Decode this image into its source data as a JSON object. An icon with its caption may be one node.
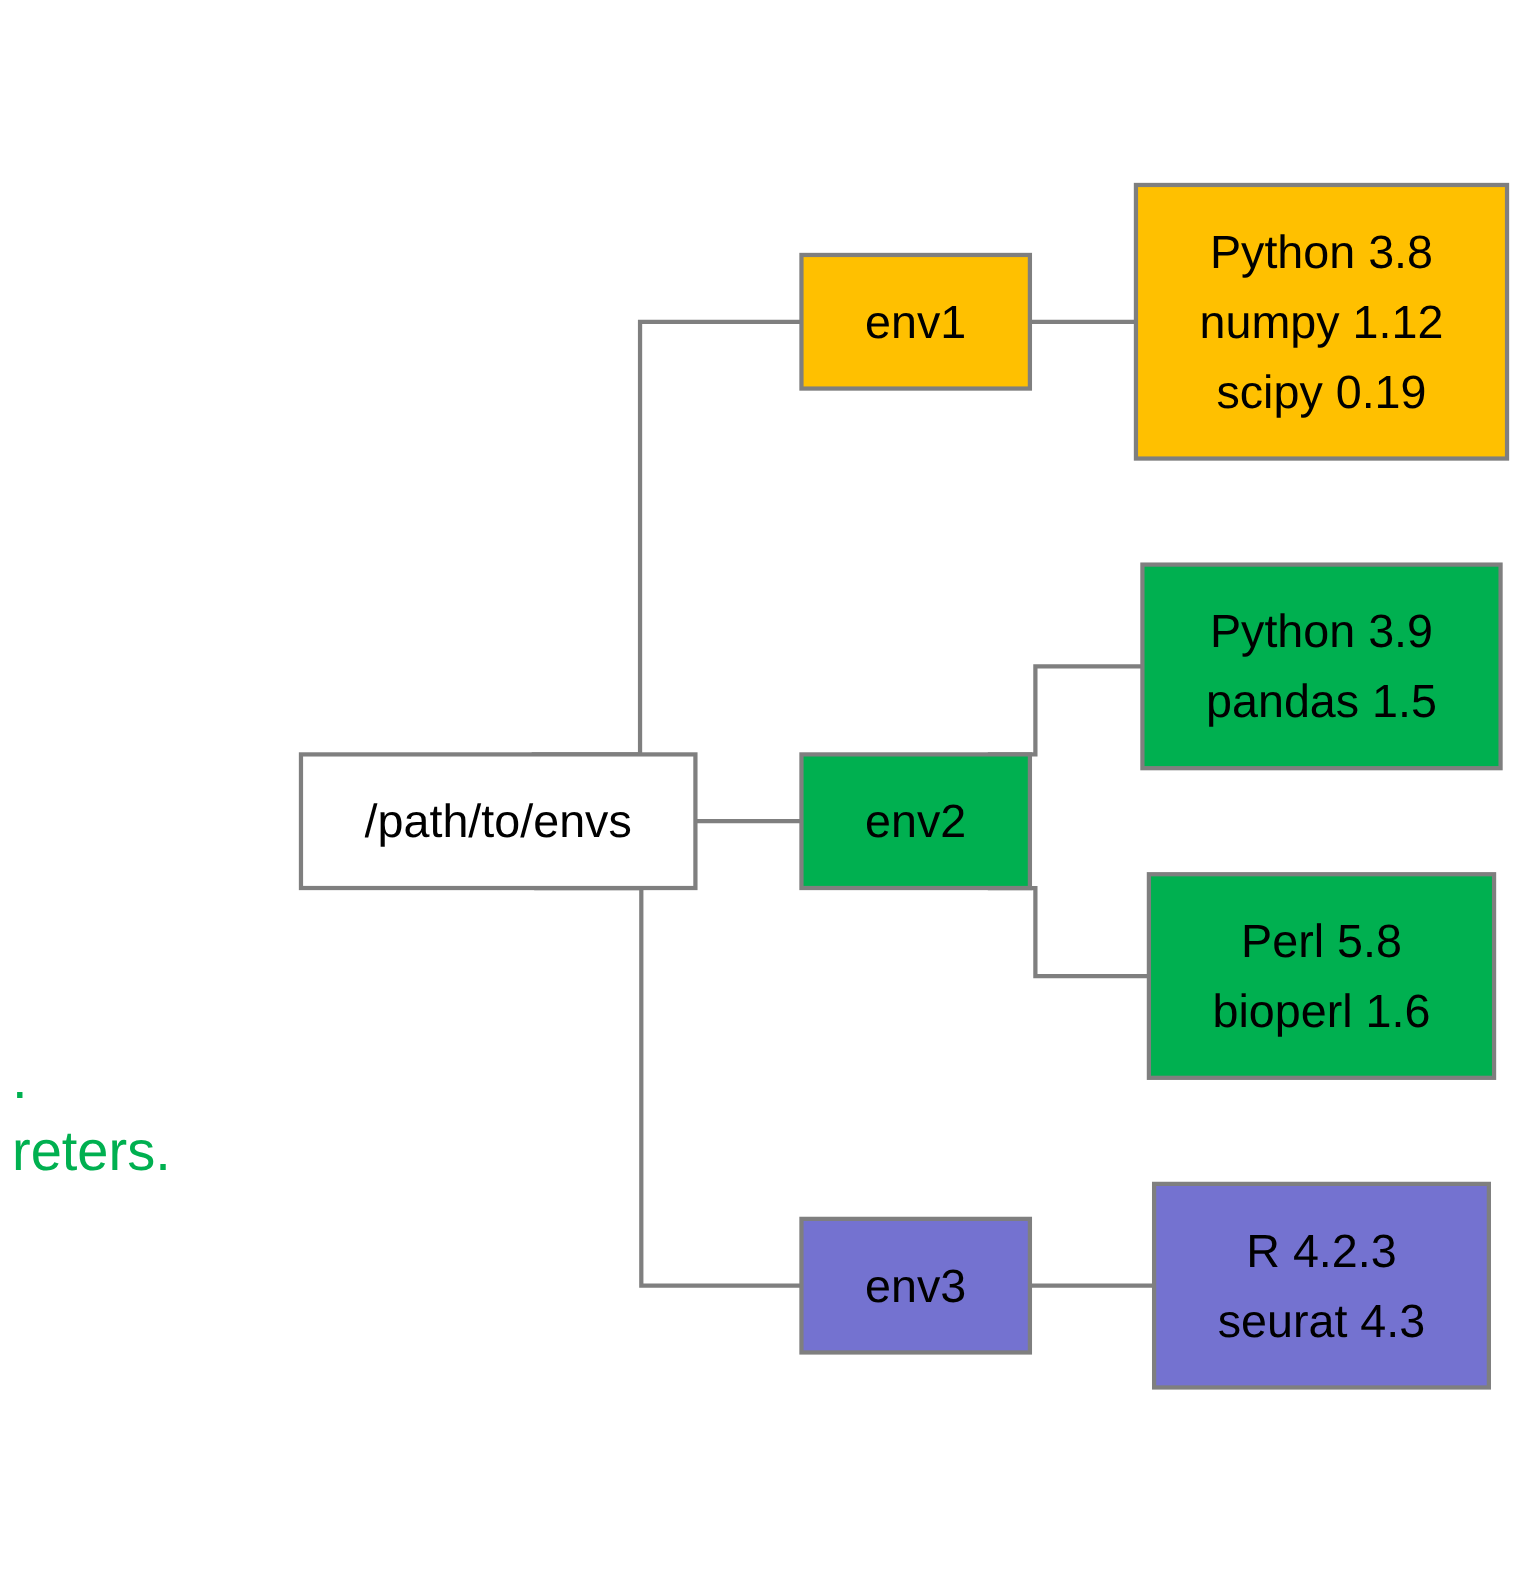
{
  "diagram": {
    "nodes": [
      {
        "text": [
          "/path/to/envs"
        ]
      },
      {
        "text": [
          "env1"
        ]
      },
      {
        "text": [
          "Python 3.8",
          "numpy 1.12",
          "scipy 0.19"
        ]
      },
      {
        "text": [
          "env2"
        ]
      },
      {
        "text": [
          "Python 3.9",
          "pandas 1.5"
        ]
      },
      {
        "text": [
          "Perl 5.8",
          "bioperl 1.6"
        ]
      },
      {
        "text": [
          "env3"
        ]
      },
      {
        "text": [
          "R 4.2.3",
          "seurat 4.3"
        ]
      }
    ],
    "edges": [
      {
        "from": 0,
        "to": 1,
        "arrow": "none"
      },
      {
        "from": 1,
        "to": 2,
        "arrow": "none"
      },
      {
        "from": 0,
        "to": 3,
        "arrow": "none"
      },
      {
        "from": 3,
        "to": 4,
        "arrow": "none"
      },
      {
        "from": 3,
        "to": 5,
        "arrow": "none"
      },
      {
        "from": 0,
        "to": 6,
        "arrow": "none"
      },
      {
        "from": 6,
        "to": 7,
        "arrow": "none"
      }
    ],
    "labels": [
      ".",
      "reters."
    ]
  }
}
